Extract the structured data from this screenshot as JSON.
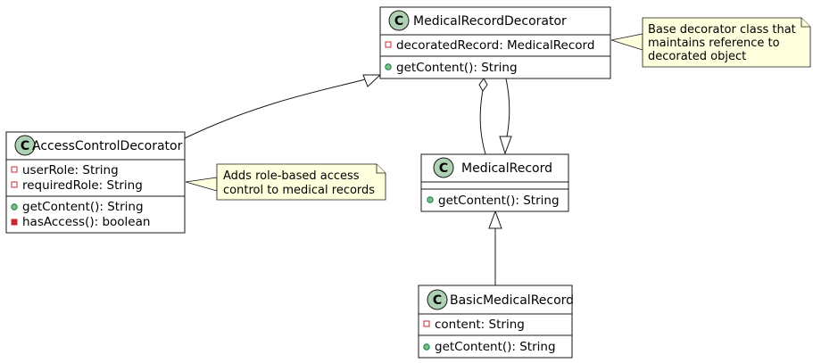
{
  "diagram": {
    "classes": {
      "medical_record_decorator": {
        "stereotype_letter": "C",
        "name": "MedicalRecordDecorator",
        "attributes": [
          {
            "visibility": "private",
            "text": "decoratedRecord: MedicalRecord"
          }
        ],
        "methods": [
          {
            "visibility": "public",
            "text": "getContent(): String"
          }
        ]
      },
      "access_control_decorator": {
        "stereotype_letter": "C",
        "name": "AccessControlDecorator",
        "attributes": [
          {
            "visibility": "private",
            "text": "userRole: String"
          },
          {
            "visibility": "private",
            "text": "requiredRole: String"
          }
        ],
        "methods": [
          {
            "visibility": "public",
            "text": "getContent(): String"
          },
          {
            "visibility": "private",
            "text": "hasAccess(): boolean"
          }
        ]
      },
      "medical_record": {
        "stereotype_letter": "C",
        "name": "MedicalRecord",
        "attributes": [],
        "methods": [
          {
            "visibility": "public",
            "text": "getContent(): String"
          }
        ]
      },
      "basic_medical_record": {
        "stereotype_letter": "C",
        "name": "BasicMedicalRecord",
        "attributes": [
          {
            "visibility": "private",
            "text": "content: String"
          }
        ],
        "methods": [
          {
            "visibility": "public",
            "text": "getContent(): String"
          }
        ]
      }
    },
    "notes": {
      "decorator_note": {
        "lines": [
          "Base decorator class that",
          "maintains reference to",
          "decorated object"
        ]
      },
      "access_note": {
        "lines": [
          "Adds role-based access",
          "control to medical records"
        ]
      }
    },
    "relations": [
      {
        "from": "access_control_decorator",
        "to": "medical_record_decorator",
        "type": "inheritance"
      },
      {
        "from": "medical_record_decorator",
        "to": "medical_record",
        "type": "aggregation"
      },
      {
        "from": "medical_record_decorator",
        "to": "medical_record",
        "type": "inheritance"
      },
      {
        "from": "basic_medical_record",
        "to": "medical_record",
        "type": "inheritance"
      }
    ],
    "colors": {
      "class_fill": "#ffffff",
      "class_border": "#181818",
      "circle_fill": "#add1b2",
      "note_fill": "#feffdd",
      "note_border": "#181818",
      "private_marker": "#c82930",
      "public_marker": "#84be84"
    }
  }
}
